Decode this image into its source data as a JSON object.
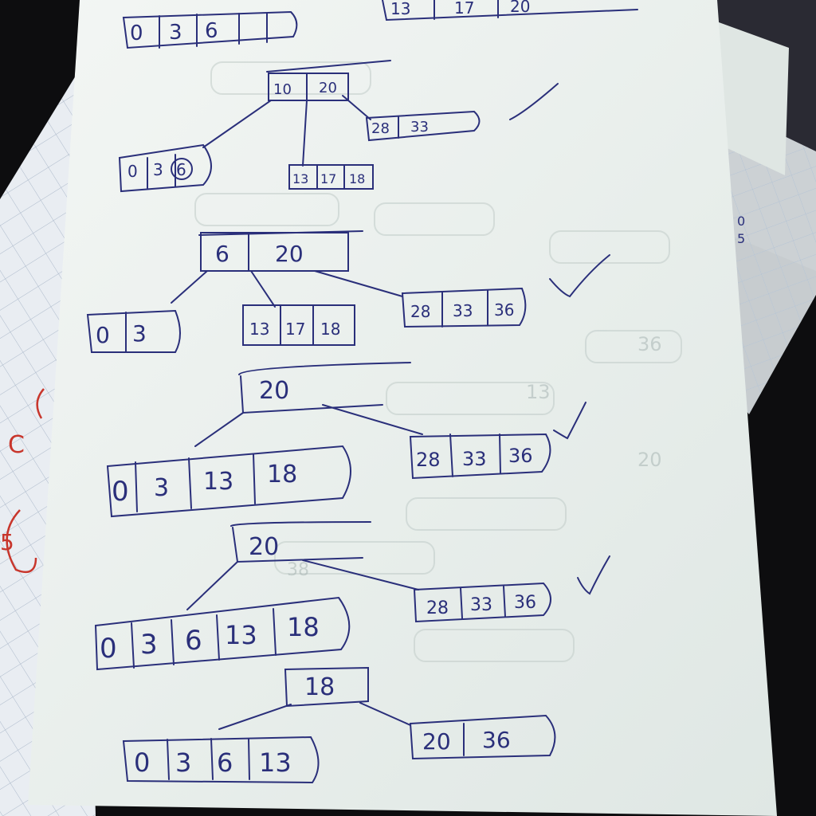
{
  "photo": {
    "subject": "handwritten B-tree deletion steps on paper",
    "ink_color": "#2a2f7a",
    "paper_color": "#eef2ef",
    "background_color": "#0d0d0f",
    "check_marks": 4
  },
  "top_row": {
    "left_keys": [
      "0",
      "3",
      "6",
      "",
      ""
    ],
    "right_keys": [
      "13",
      "17",
      "20",
      ""
    ]
  },
  "tree1": {
    "root": [
      "10",
      "20"
    ],
    "children": [
      [
        "0",
        "3",
        "6"
      ],
      [
        "13",
        "17",
        "18"
      ],
      [
        "28",
        "33"
      ]
    ]
  },
  "tree2": {
    "root": [
      "6",
      "20"
    ],
    "children": [
      [
        "0",
        "3"
      ],
      [
        "13",
        "17",
        "18"
      ],
      [
        "28",
        "33",
        "36"
      ]
    ]
  },
  "tree3": {
    "root": [
      "20"
    ],
    "children": [
      [
        "0",
        "3",
        "13",
        "18"
      ],
      [
        "28",
        "33",
        "36"
      ]
    ]
  },
  "tree4": {
    "root": [
      "20"
    ],
    "children": [
      [
        "0",
        "3",
        "6",
        "13",
        "18"
      ],
      [
        "28",
        "33",
        "36"
      ]
    ]
  },
  "tree5": {
    "root": [
      "18"
    ],
    "children": [
      [
        "0",
        "3",
        "6",
        "13"
      ],
      [
        "20",
        "36"
      ]
    ]
  },
  "margin_marks": [
    "C",
    "C",
    "5"
  ],
  "right_edge_marks": [
    "0",
    "5"
  ],
  "faint_bleedthrough": [
    "13",
    "36",
    "20",
    "38"
  ]
}
